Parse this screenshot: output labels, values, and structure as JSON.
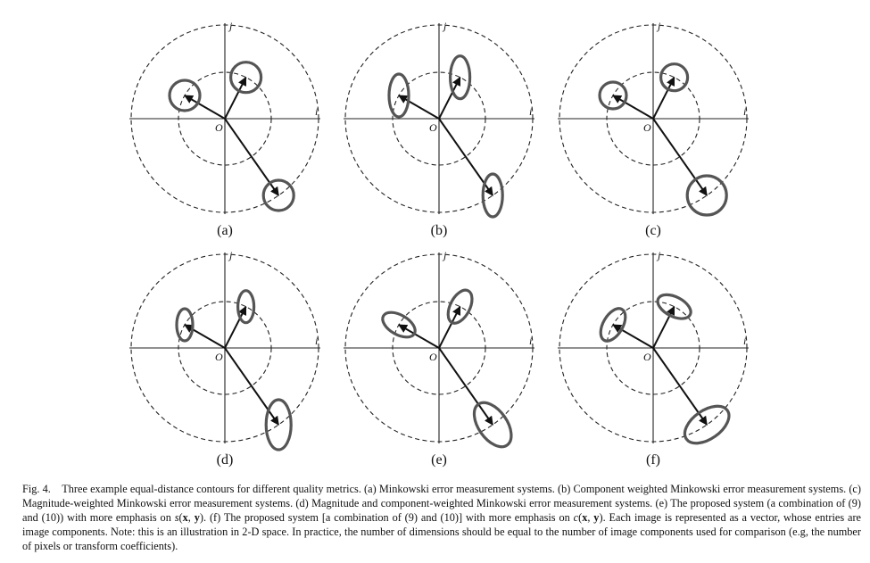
{
  "figure": {
    "axis_i_label": "i",
    "axis_j_label": "j",
    "origin_label": "O",
    "panels": [
      {
        "label": "(a)",
        "vectors": [
          {
            "angle": 150,
            "length": 52,
            "contour": {
              "rx": 17,
              "ry": 17,
              "rot": 0
            }
          },
          {
            "angle": 63,
            "length": 52,
            "contour": {
              "rx": 17,
              "ry": 17,
              "rot": 0
            }
          },
          {
            "angle": -55,
            "length": 105,
            "contour": {
              "rx": 17,
              "ry": 17,
              "rot": 0
            }
          }
        ]
      },
      {
        "label": "(b)",
        "vectors": [
          {
            "angle": 150,
            "length": 52,
            "contour": {
              "rx": 11,
              "ry": 24,
              "rot": 0
            }
          },
          {
            "angle": 63,
            "length": 52,
            "contour": {
              "rx": 11,
              "ry": 24,
              "rot": 0
            }
          },
          {
            "angle": -55,
            "length": 105,
            "contour": {
              "rx": 11,
              "ry": 24,
              "rot": 0
            }
          }
        ]
      },
      {
        "label": "(c)",
        "vectors": [
          {
            "angle": 150,
            "length": 52,
            "contour": {
              "rx": 15,
              "ry": 15,
              "rot": 0
            }
          },
          {
            "angle": 63,
            "length": 52,
            "contour": {
              "rx": 15,
              "ry": 15,
              "rot": 0
            }
          },
          {
            "angle": -55,
            "length": 105,
            "contour": {
              "rx": 22,
              "ry": 22,
              "rot": 0
            }
          }
        ]
      },
      {
        "label": "(d)",
        "vectors": [
          {
            "angle": 150,
            "length": 52,
            "contour": {
              "rx": 9,
              "ry": 18,
              "rot": 0
            }
          },
          {
            "angle": 63,
            "length": 52,
            "contour": {
              "rx": 9,
              "ry": 18,
              "rot": 0
            }
          },
          {
            "angle": -55,
            "length": 105,
            "contour": {
              "rx": 14,
              "ry": 28,
              "rot": 0
            }
          }
        ]
      },
      {
        "label": "(e)",
        "vectors": [
          {
            "angle": 150,
            "length": 52,
            "contour": {
              "rx": 20,
              "ry": 11,
              "rot": 30
            }
          },
          {
            "angle": 63,
            "length": 52,
            "contour": {
              "rx": 20,
              "ry": 11,
              "rot": -63
            }
          },
          {
            "angle": -55,
            "length": 105,
            "contour": {
              "rx": 28,
              "ry": 16,
              "rot": 55
            }
          }
        ]
      },
      {
        "label": "(f)",
        "vectors": [
          {
            "angle": 150,
            "length": 52,
            "contour": {
              "rx": 20,
              "ry": 11,
              "rot": -60
            }
          },
          {
            "angle": 63,
            "length": 52,
            "contour": {
              "rx": 20,
              "ry": 11,
              "rot": 27
            }
          },
          {
            "angle": -55,
            "length": 105,
            "contour": {
              "rx": 28,
              "ry": 16,
              "rot": -35
            }
          }
        ]
      }
    ]
  },
  "caption": {
    "prefix": "Fig. 4.",
    "p1": "Three example equal-distance contours for different quality metrics. (a) Minkowski error measurement systems. (b) Component weighted Minkowski error measurement systems. (c) Magnitude-weighted Minkowski error measurement systems. (d) Magnitude and component-weighted Minkowski error measurement systems. (e) The proposed system (a combination of (9) and (10)) with more emphasis on ",
    "s_func": "s",
    "p2": ". (f) The proposed system [a combination of (9) and (10)] with more emphasis on ",
    "c_func": "c",
    "p3": ". Each image is represented as a vector, whose entries are image components. Note: this is an illustration in 2-D space. In practice, the number of dimensions should be equal to the number of image components used for comparison (e.g, the number of pixels or transform coefficients).",
    "var_x": "x",
    "var_y": "y"
  }
}
